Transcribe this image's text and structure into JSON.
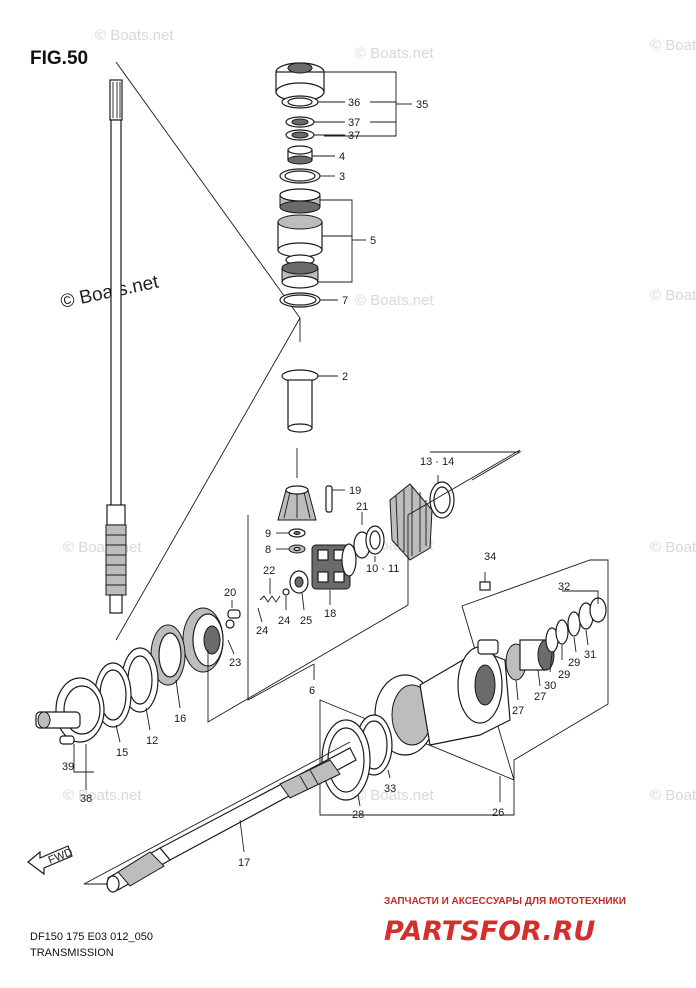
{
  "figure_title": "FIG.50",
  "footer": {
    "model_code": "DF150 175 E03 012_050",
    "section": "TRANSMISSION"
  },
  "watermark": {
    "text": "© Boats.net"
  },
  "branding": {
    "tagline": "ЗАПЧАСТИ И АКСЕССУАРЫ ДЛЯ МОТОТЕХНИКИ",
    "logo": "PARTSFOR.RU",
    "color": "#d32f2f"
  },
  "callouts": {
    "c35": "35",
    "c36": "36",
    "c37a": "37",
    "c37b": "37",
    "c4": "4",
    "c3": "3",
    "c5": "5",
    "c7": "7",
    "c2": "2",
    "c13_14": "13 · 14",
    "c19": "19",
    "c21": "21",
    "c9": "9",
    "c8": "8",
    "c10_11": "10 · 11",
    "c22": "22",
    "c20": "20",
    "c24a": "24",
    "c24b": "24",
    "c25": "25",
    "c18": "18",
    "c23": "23",
    "c34": "34",
    "c32": "32",
    "c31": "31",
    "c29a": "29",
    "c29b": "29",
    "c30": "30",
    "c27a": "27",
    "c27b": "27",
    "c6": "6",
    "c16": "16",
    "c12": "12",
    "c15": "15",
    "c39": "39",
    "c38": "38",
    "c33": "33",
    "c28": "28",
    "c26": "26",
    "c17": "17"
  },
  "fwd_arrow": "FWD"
}
